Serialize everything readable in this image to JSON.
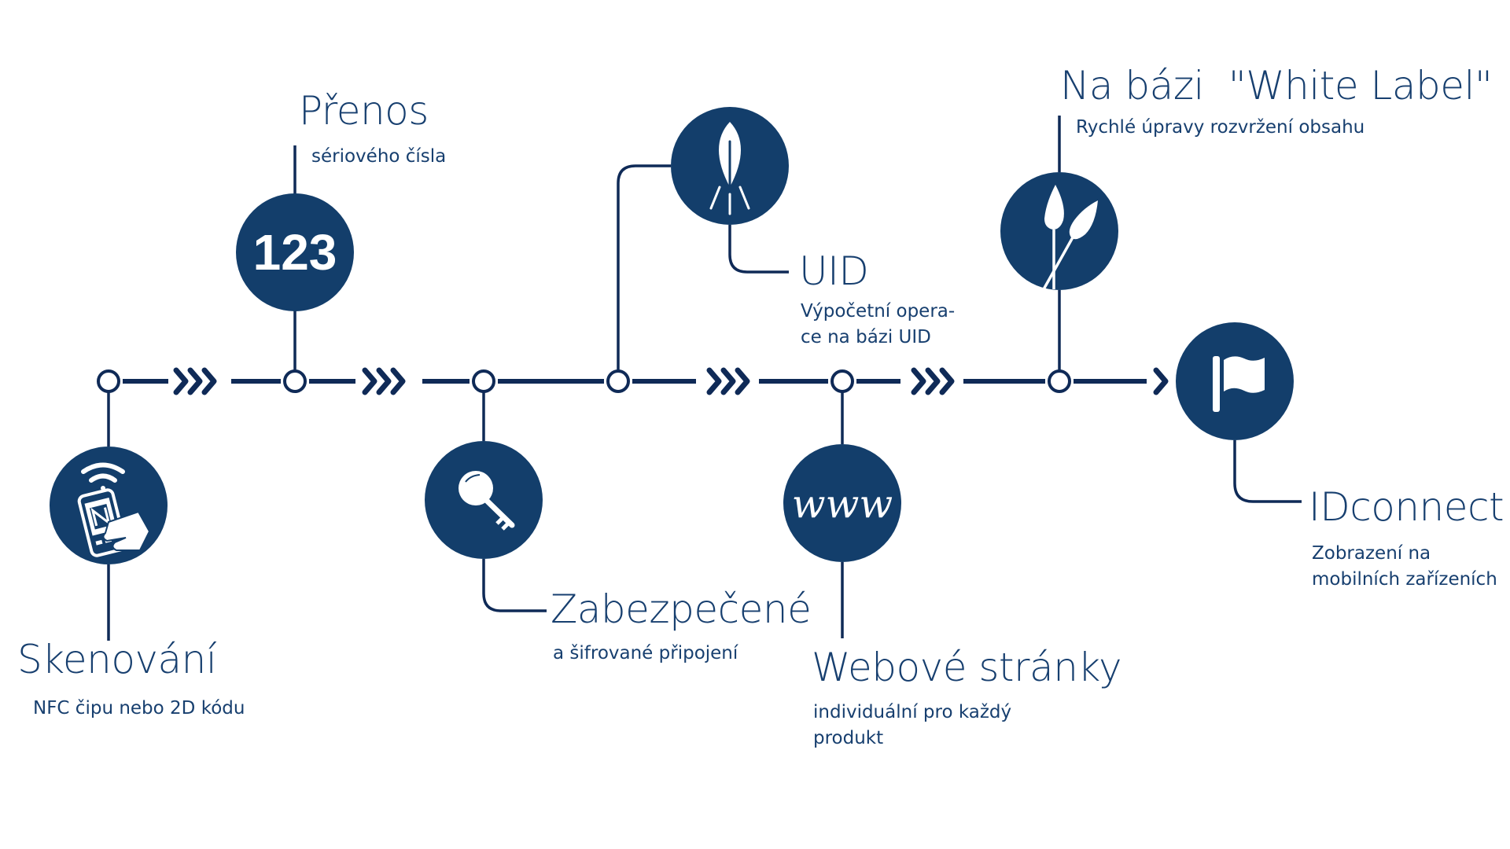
{
  "colors": {
    "primary": "#133e6b",
    "line": "#0f2a57",
    "text": "#173f6f",
    "icon": "#ffffff"
  },
  "steps": [
    {
      "id": "scan",
      "icon": "nfc-phone-icon",
      "title": "Skenování",
      "subtitle": [
        "NFC čipu nebo 2D kódu"
      ]
    },
    {
      "id": "transfer",
      "icon": "number-123-icon",
      "icon_text": "123",
      "title": "Přenos",
      "subtitle": [
        "sériového čísla"
      ]
    },
    {
      "id": "secure",
      "icon": "key-icon",
      "title": "Zabezpečené",
      "subtitle": [
        "a šifrované připojení"
      ]
    },
    {
      "id": "uid",
      "icon": "leaf-light-icon",
      "title": "UID",
      "subtitle": [
        "Výpočetní opera-",
        "ce na bázi UID"
      ]
    },
    {
      "id": "web",
      "icon": "www-icon",
      "icon_text": "www",
      "title": "Webové stránky",
      "subtitle": [
        "individuální pro každý",
        "produkt"
      ]
    },
    {
      "id": "whitelabel",
      "icon": "brushes-icon",
      "title": "Na bázi  \"White Label\"",
      "subtitle": [
        "Rychlé úpravy rozvržení obsahu"
      ]
    },
    {
      "id": "idconnect",
      "icon": "flag-icon",
      "title": "IDconnect",
      "subtitle": [
        "Zobrazení na",
        "mobilních zařízeních"
      ]
    }
  ]
}
